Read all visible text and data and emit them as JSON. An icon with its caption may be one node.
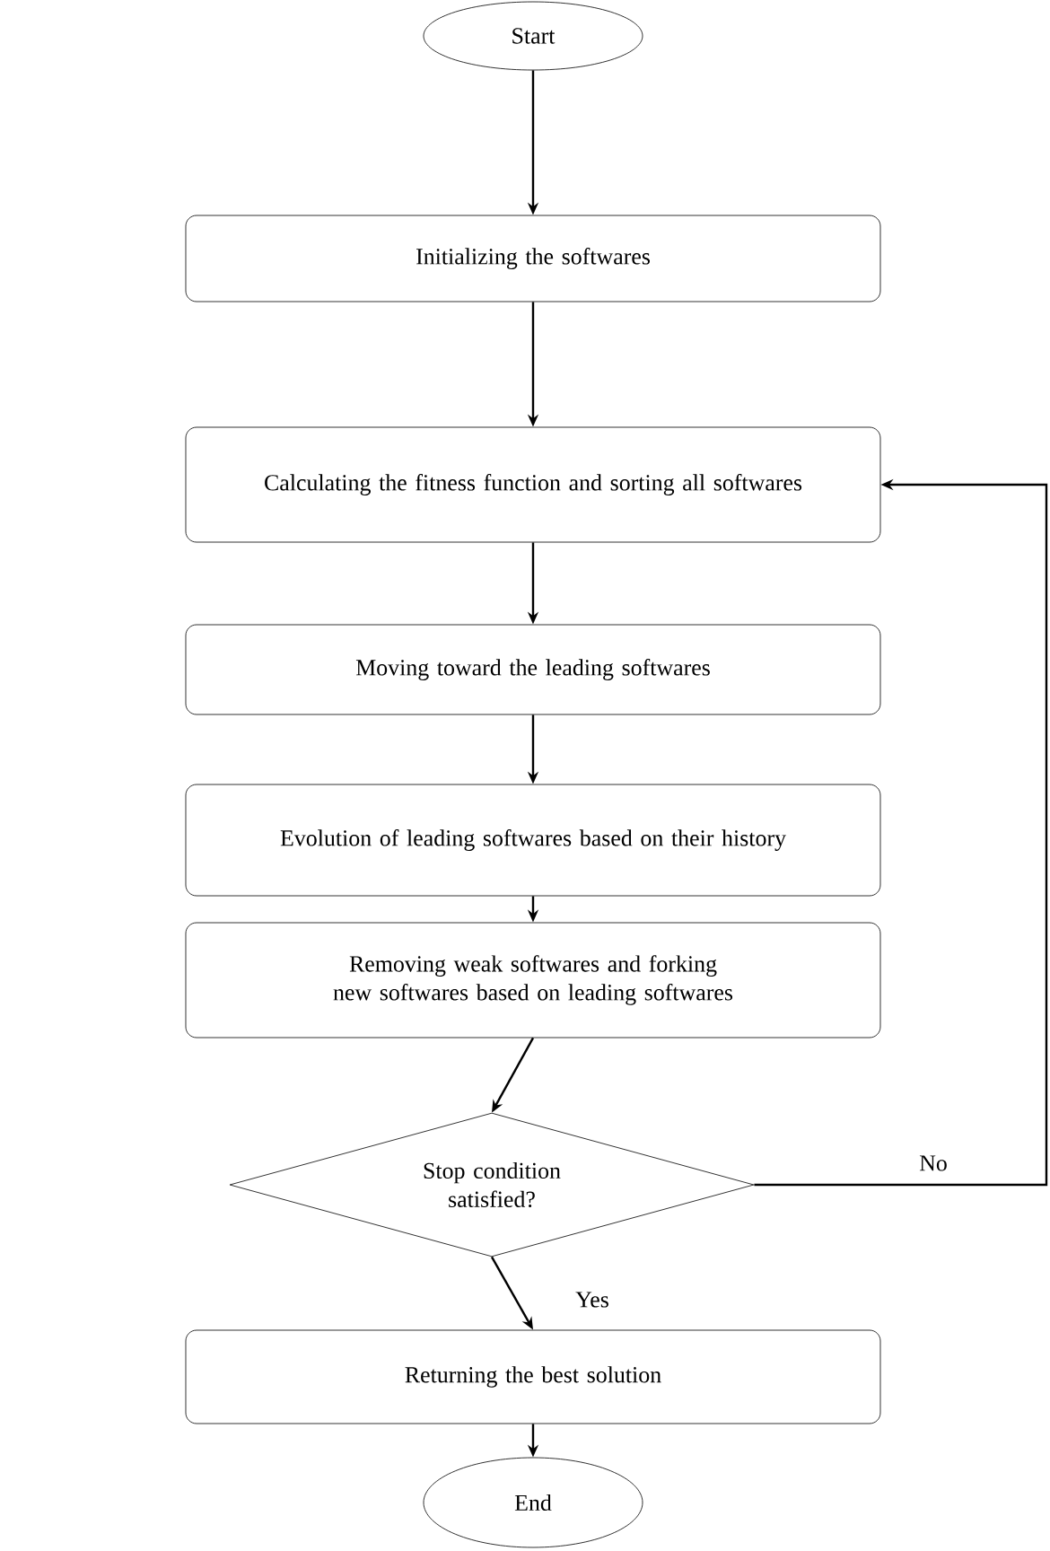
{
  "diagram": {
    "nodes": [
      {
        "text": [
          "Start"
        ]
      },
      {
        "text": [
          "Initializing the softwares"
        ]
      },
      {
        "text": [
          "Calculating the fitness function and sorting all softwares"
        ]
      },
      {
        "text": [
          "Moving toward the leading softwares"
        ]
      },
      {
        "text": [
          "Evolution of leading softwares based on their history"
        ]
      },
      {
        "text": [
          "Removing weak softwares and forking new softwares based on leading softwares"
        ]
      },
      {
        "text": [
          "Stop condition satisfied?"
        ]
      },
      {
        "text": [
          "Returning the best solution"
        ]
      },
      {
        "text": [
          "End"
        ]
      }
    ],
    "edges": [
      {
        "from": 0,
        "to": 1,
        "arrow": "to"
      },
      {
        "from": 1,
        "to": 2,
        "arrow": "to"
      },
      {
        "from": 2,
        "to": 3,
        "arrow": "to"
      },
      {
        "from": 3,
        "to": 4,
        "arrow": "to"
      },
      {
        "from": 4,
        "to": 5,
        "arrow": "to"
      },
      {
        "from": 5,
        "to": 6,
        "arrow": "to"
      },
      {
        "from": 6,
        "to": 7,
        "arrow": "to",
        "label": "Yes"
      },
      {
        "from": 6,
        "to": 2,
        "arrow": "to",
        "label": "No"
      },
      {
        "from": 7,
        "to": 8,
        "arrow": "to"
      }
    ]
  }
}
